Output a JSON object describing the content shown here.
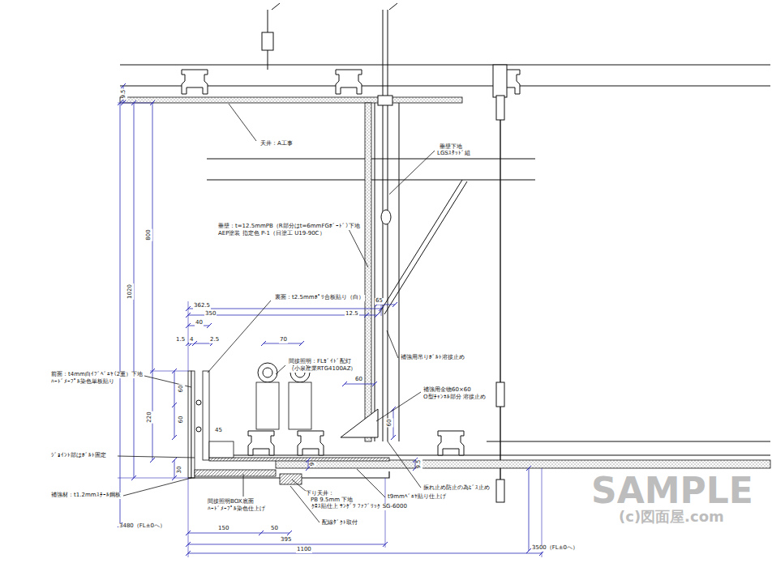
{
  "diagram": {
    "labels": [
      "9.5",
      "800",
      "1020",
      "天井：A工事",
      "垂壁下地",
      "LGSｽﾀｯﾄﾞ組",
      "垂壁：t=12.5mmPB（R部分はt=6mmFGﾎﾞｰﾄﾞ）下地",
      "AEP塗装 指定色 P-1（日塗工 U19-90C）",
      "裏面：t2.5mmﾎﾟﾘ合板貼り（白）",
      "362.5",
      "350",
      "12.5",
      "65",
      "40",
      "1.5",
      "4",
      "2.5",
      "70",
      "間接照明：FLｶﾞｲﾄﾞ配灯",
      "（小泉産業RTG4100AZ）",
      "補強用吊りﾎﾞﾙﾄ溶接止め",
      "前面：t4mm白ｲﾌﾞﾍﾞﾆﾔ（2重）下地",
      "ﾊｰﾄﾞﾒｰﾌﾟﾙ染色単板貼り",
      "60",
      "補強用金物60×60",
      "O型ﾁｬﾝﾈﾙ部分 溶接止め",
      "60",
      "60",
      "220",
      "45",
      "60",
      "ｼﾞｮｲﾝﾄ部はﾎﾞﾙﾄ固定",
      "9",
      "9.5",
      "30",
      "振れ止め防止の為ﾋﾞｽ止め",
      "補強材：t1.2mmｽﾁｰﾙ鋼板",
      "t9mmﾍﾞﾆﾔ貼り仕上げ",
      "間接照明BOX底面",
      "ﾊｰﾄﾞﾒｰﾌﾟﾙ染色仕上げ",
      "下り天井：",
      "PB 9.5mm 下地",
      "ｸﾛｽ貼仕上 ｻﾝｹﾞﾂ ﾌｧﾌﾞﾘｯｸ SG-6000",
      "配線ﾀﾞｸﾄ取付",
      "3480（FL±0へ）",
      "150",
      "50",
      "395",
      "1100",
      "3500（FL±0へ）",
      "SAMPLE",
      "(c)図面屋.com"
    ]
  }
}
